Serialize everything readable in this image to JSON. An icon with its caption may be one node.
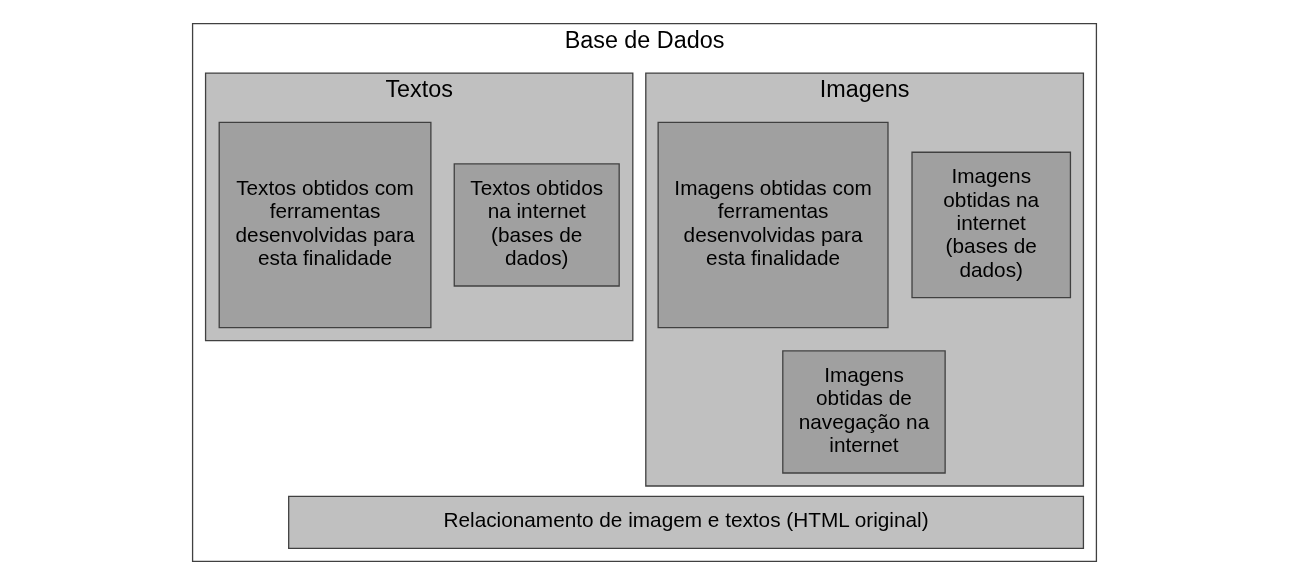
{
  "diagram": {
    "nodes": [
      {
        "text": [
          "Base de Dados"
        ]
      },
      {
        "text": [
          "Imagens"
        ],
        "in": 0
      },
      {
        "text": [
          "Imagens obtidas na internet (bases de dados)"
        ],
        "in": 1
      },
      {
        "text": [
          "Imagens obtidas de navegação na internet"
        ],
        "in": 1
      },
      {
        "text": [
          "Imagens obtidas com ferramentas desenvolvidas para esta finalidade"
        ],
        "in": 1
      },
      {
        "text": [
          "Textos"
        ],
        "in": 0
      },
      {
        "text": [
          "Textos obtidos na internet (bases de dados)"
        ],
        "in": 5
      },
      {
        "text": [
          "Textos obtidos com ferramentas desenvolvidas para esta finalidade"
        ],
        "in": 5
      },
      {
        "text": [
          "Relacionamento de imagem e textos (HTML original)"
        ],
        "in": 0
      }
    ],
    "edges": []
  }
}
